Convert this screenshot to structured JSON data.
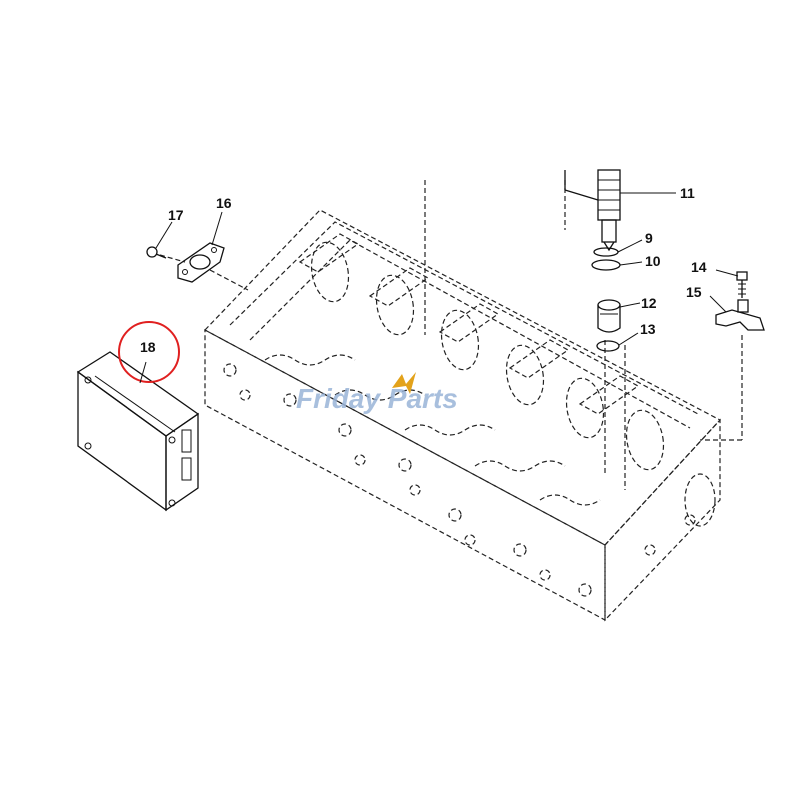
{
  "callouts": {
    "c9": "9",
    "c10": "10",
    "c11": "11",
    "c12": "12",
    "c13": "13",
    "c14": "14",
    "c15": "15",
    "c16": "16",
    "c17": "17",
    "c18": "18"
  },
  "highlight_color": "#e02020",
  "watermark": {
    "text": "Friday Parts",
    "logo_color": "#e3a21a",
    "text_color": "#9ab4d8"
  }
}
